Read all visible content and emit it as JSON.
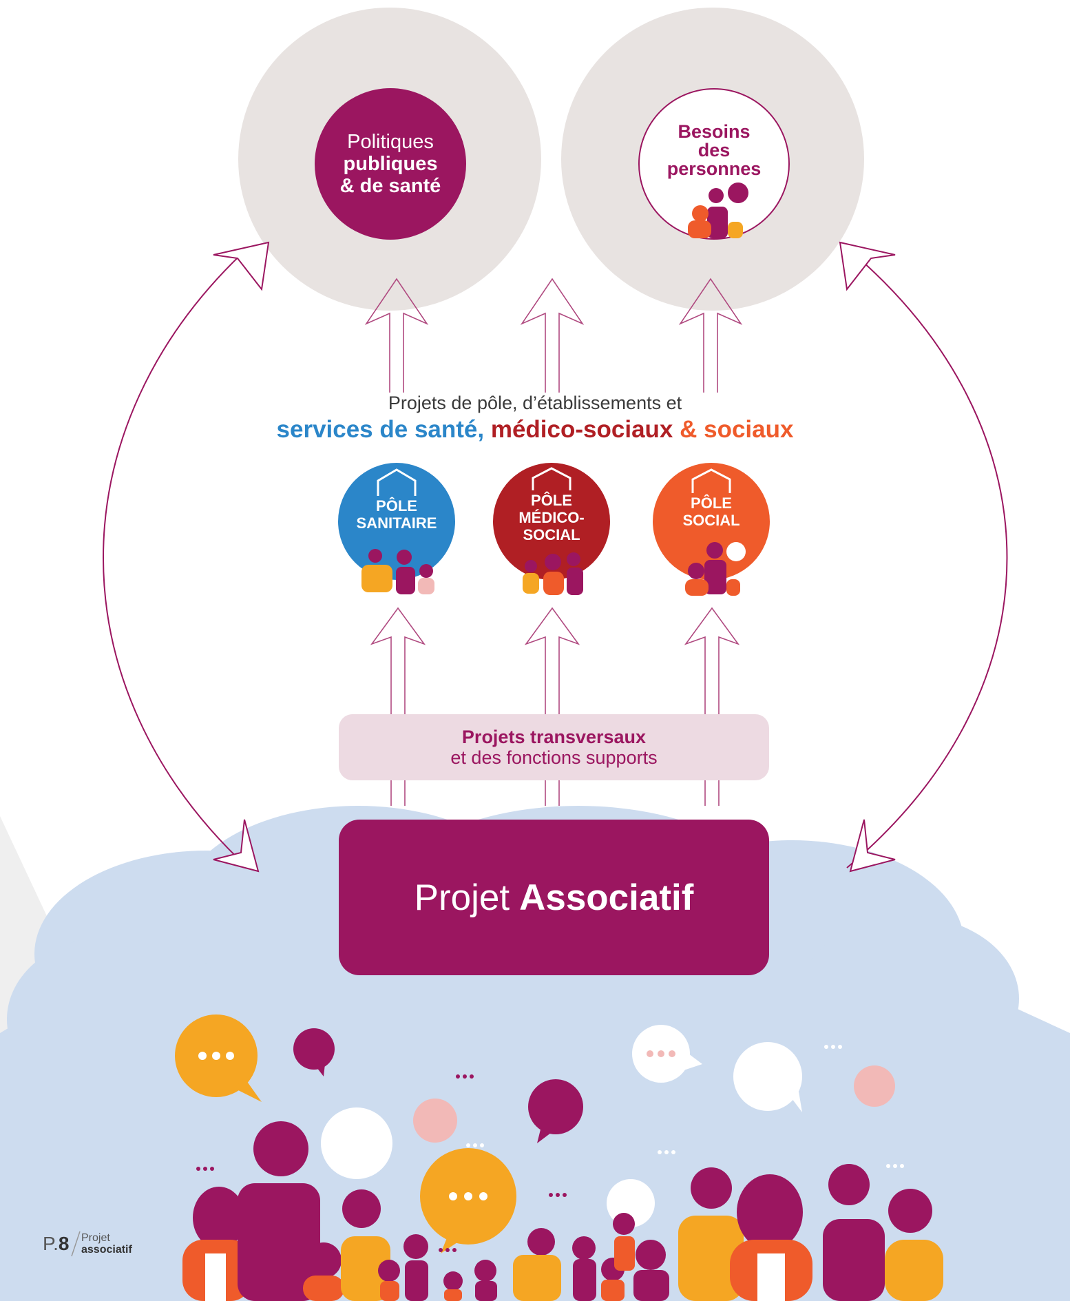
{
  "colors": {
    "purple": "#9b1660",
    "blue": "#2b86c9",
    "red": "#b01f24",
    "orange": "#ef5b2b",
    "yellow": "#f5a623",
    "pink": "#f2b9b7",
    "grey_circle": "#e8e3e1",
    "cloud": "#cddcef",
    "transversal_box": "#eddae2"
  },
  "top_circles": {
    "politiques": {
      "line1": "Politiques",
      "line2": "publiques",
      "line3": "& de santé"
    },
    "besoins": {
      "line1": "Besoins",
      "line2": "des",
      "line3": "personnes"
    }
  },
  "middle": {
    "subtitle": "Projets de pôle, d’établissements et",
    "services_part1": "services de santé,",
    "services_part2": "médico-sociaux",
    "services_part3": "& sociaux"
  },
  "poles": [
    {
      "line1": "PÔLE",
      "line2": "SANITAIRE",
      "line3": "",
      "icon": "house-outline-icon"
    },
    {
      "line1": "PÔLE",
      "line2": "MÉDICO-",
      "line3": "SOCIAL",
      "icon": "house-outline-icon"
    },
    {
      "line1": "PÔLE",
      "line2": "SOCIAL",
      "line3": "",
      "icon": "house-outline-icon"
    }
  ],
  "transversal": {
    "line1": "Projets transversaux",
    "line2": "et des fonctions supports"
  },
  "associatif": {
    "light": "Projet",
    "bold": "Associatif"
  },
  "footer": {
    "page_prefix": "P.",
    "page_number": "8",
    "label_line1": "Projet",
    "label_line2": "associatif"
  }
}
